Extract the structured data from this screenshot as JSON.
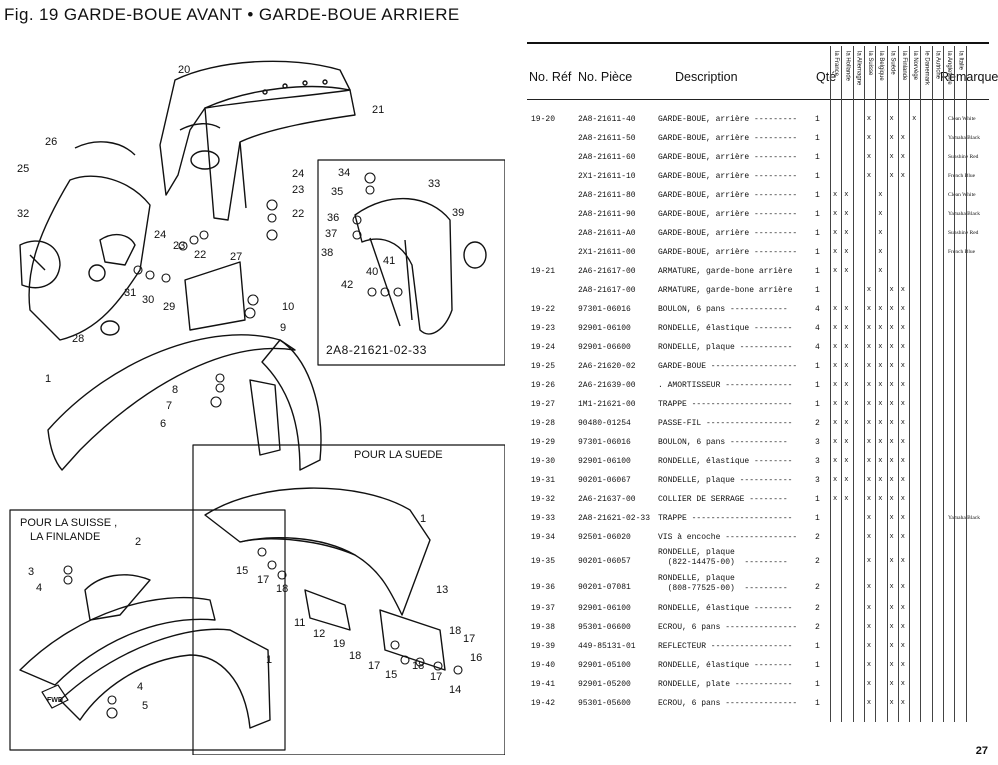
{
  "title": "Fig. 19 GARDE-BOUE AVANT • GARDE-BOUE ARRIERE",
  "diagram": {
    "part_code_label": "2A8-21621-02-33",
    "inset_suede_title": "POUR LA SUEDE",
    "inset_suisse_title_1": "POUR LA SUISSE ,",
    "inset_suisse_title_2": "LA FINLANDE",
    "fwd_label": "FWD",
    "callouts": [
      "1",
      "2",
      "3",
      "4",
      "5",
      "6",
      "7",
      "8",
      "9",
      "10",
      "11",
      "12",
      "13",
      "14",
      "15",
      "16",
      "17",
      "18",
      "19",
      "20",
      "21",
      "22",
      "23",
      "24",
      "25",
      "26",
      "27",
      "28",
      "29",
      "30",
      "31",
      "32",
      "33",
      "34",
      "35",
      "36",
      "37",
      "38",
      "39",
      "40",
      "41",
      "42"
    ]
  },
  "table": {
    "headers": {
      "ref": "No. Réf",
      "piece": "No. Pièce",
      "desc": "Description",
      "qte": "Qté",
      "remarks": "Remarques"
    },
    "countries": [
      "la France",
      "la Hollande",
      "la Allemagne",
      "la Suisse",
      "la Belgique",
      "la Suède",
      "la Finlande",
      "la Norvège",
      "le Danemark",
      "la Autriche",
      "la Angleterre",
      "la Italie"
    ],
    "rows": [
      {
        "ref": "19-20",
        "piece": "2A8-21611-40",
        "desc": "GARDE-BOUE, arrière ---------",
        "qte": "1",
        "marks": [
          "",
          "",
          "",
          "x",
          "",
          "x",
          "",
          "x",
          "",
          "",
          "",
          ""
        ],
        "rem": "Clean White"
      },
      {
        "ref": "",
        "piece": "2A8-21611-50",
        "desc": "GARDE-BOUE, arrière ---------",
        "qte": "1",
        "marks": [
          "",
          "",
          "",
          "x",
          "",
          "x",
          "x",
          "",
          "",
          "",
          "",
          ""
        ],
        "rem": "Yamaha Black"
      },
      {
        "ref": "",
        "piece": "2A8-21611-60",
        "desc": "GARDE-BOUE, arrière ---------",
        "qte": "1",
        "marks": [
          "",
          "",
          "",
          "x",
          "",
          "x",
          "x",
          "",
          "",
          "",
          "",
          ""
        ],
        "rem": "Sunshine Red"
      },
      {
        "ref": "",
        "piece": "2X1-21611-10",
        "desc": "GARDE-BOUE, arrière ---------",
        "qte": "1",
        "marks": [
          "",
          "",
          "",
          "x",
          "",
          "x",
          "x",
          "",
          "",
          "",
          "",
          ""
        ],
        "rem": "French Blue"
      },
      {
        "ref": "",
        "piece": "2A8-21611-80",
        "desc": "GARDE-BOUE, arrière ---------",
        "qte": "1",
        "marks": [
          "x",
          "x",
          "",
          "",
          "x",
          "",
          "",
          "",
          "",
          "",
          "",
          ""
        ],
        "rem": "Clean White"
      },
      {
        "ref": "",
        "piece": "2A8-21611-90",
        "desc": "GARDE-BOUE, arrière ---------",
        "qte": "1",
        "marks": [
          "x",
          "x",
          "",
          "",
          "x",
          "",
          "",
          "",
          "",
          "",
          "",
          ""
        ],
        "rem": "Yamaha Black"
      },
      {
        "ref": "",
        "piece": "2A8-21611-A0",
        "desc": "GARDE-BOUE, arrière ---------",
        "qte": "1",
        "marks": [
          "x",
          "x",
          "",
          "",
          "x",
          "",
          "",
          "",
          "",
          "",
          "",
          ""
        ],
        "rem": "Sunshine Red"
      },
      {
        "ref": "",
        "piece": "2X1-21611-00",
        "desc": "GARDE-BOUE, arrière ---------",
        "qte": "1",
        "marks": [
          "x",
          "x",
          "",
          "",
          "x",
          "",
          "",
          "",
          "",
          "",
          "",
          ""
        ],
        "rem": "French Blue"
      },
      {
        "ref": "19-21",
        "piece": "2A6-21617-00",
        "desc": "ARMATURE, garde-bone arrière",
        "qte": "1",
        "marks": [
          "x",
          "x",
          "",
          "",
          "x",
          "",
          "",
          "",
          "",
          "",
          "",
          ""
        ],
        "rem": ""
      },
      {
        "ref": "",
        "piece": "2A8-21617-00",
        "desc": "ARMATURE, garde-bone arrière",
        "qte": "1",
        "marks": [
          "",
          "",
          "",
          "x",
          "",
          "x",
          "x",
          "",
          "",
          "",
          "",
          ""
        ],
        "rem": ""
      },
      {
        "ref": "19-22",
        "piece": "97301-06016",
        "desc": "BOULON, 6 pans ------------",
        "qte": "4",
        "marks": [
          "x",
          "x",
          "",
          "x",
          "x",
          "x",
          "x",
          "",
          "",
          "",
          "",
          ""
        ],
        "rem": ""
      },
      {
        "ref": "19-23",
        "piece": "92901-06100",
        "desc": "RONDELLE, élastique --------",
        "qte": "4",
        "marks": [
          "x",
          "x",
          "",
          "x",
          "x",
          "x",
          "x",
          "",
          "",
          "",
          "",
          ""
        ],
        "rem": ""
      },
      {
        "ref": "19-24",
        "piece": "92901-06600",
        "desc": "RONDELLE, plaque -----------",
        "qte": "4",
        "marks": [
          "x",
          "x",
          "",
          "x",
          "x",
          "x",
          "x",
          "",
          "",
          "",
          "",
          ""
        ],
        "rem": ""
      },
      {
        "ref": "19-25",
        "piece": "2A6-21620-02",
        "desc": "GARDE-BOUE ------------------",
        "qte": "1",
        "marks": [
          "x",
          "x",
          "",
          "x",
          "x",
          "x",
          "x",
          "",
          "",
          "",
          "",
          ""
        ],
        "rem": ""
      },
      {
        "ref": "19-26",
        "piece": "2A6-21639-00",
        "desc": ". AMORTISSEUR --------------",
        "qte": "1",
        "marks": [
          "x",
          "x",
          "",
          "x",
          "x",
          "x",
          "x",
          "",
          "",
          "",
          "",
          ""
        ],
        "rem": ""
      },
      {
        "ref": "19-27",
        "piece": "1M1-21621-00",
        "desc": "TRAPPE ---------------------",
        "qte": "1",
        "marks": [
          "x",
          "x",
          "",
          "x",
          "x",
          "x",
          "x",
          "",
          "",
          "",
          "",
          ""
        ],
        "rem": ""
      },
      {
        "ref": "19-28",
        "piece": "90480-01254",
        "desc": "PASSE-FIL ------------------",
        "qte": "2",
        "marks": [
          "x",
          "x",
          "",
          "x",
          "x",
          "x",
          "x",
          "",
          "",
          "",
          "",
          ""
        ],
        "rem": ""
      },
      {
        "ref": "19-29",
        "piece": "97301-06016",
        "desc": "BOULON, 6 pans ------------",
        "qte": "3",
        "marks": [
          "x",
          "x",
          "",
          "x",
          "x",
          "x",
          "x",
          "",
          "",
          "",
          "",
          ""
        ],
        "rem": ""
      },
      {
        "ref": "19-30",
        "piece": "92901-06100",
        "desc": "RONDELLE, élastique --------",
        "qte": "3",
        "marks": [
          "x",
          "x",
          "",
          "x",
          "x",
          "x",
          "x",
          "",
          "",
          "",
          "",
          ""
        ],
        "rem": ""
      },
      {
        "ref": "19-31",
        "piece": "90201-06067",
        "desc": "RONDELLE, plaque -----------",
        "qte": "3",
        "marks": [
          "x",
          "x",
          "",
          "x",
          "x",
          "x",
          "x",
          "",
          "",
          "",
          "",
          ""
        ],
        "rem": ""
      },
      {
        "ref": "19-32",
        "piece": "2A6-21637-00",
        "desc": "COLLIER DE SERRAGE --------",
        "qte": "1",
        "marks": [
          "x",
          "x",
          "",
          "x",
          "x",
          "x",
          "x",
          "",
          "",
          "",
          "",
          ""
        ],
        "rem": ""
      },
      {
        "ref": "19-33",
        "piece": "2A8-21621-02-33",
        "desc": "TRAPPE ---------------------",
        "qte": "1",
        "marks": [
          "",
          "",
          "",
          "x",
          "",
          "x",
          "x",
          "",
          "",
          "",
          "",
          ""
        ],
        "rem": "Yamaha Black"
      },
      {
        "ref": "19-34",
        "piece": "92501-06020",
        "desc": "VIS à encoche ---------------",
        "qte": "2",
        "marks": [
          "",
          "",
          "",
          "x",
          "",
          "x",
          "x",
          "",
          "",
          "",
          "",
          ""
        ],
        "rem": ""
      },
      {
        "ref": "19-35",
        "piece": "90201-06057",
        "desc": "RONDELLE, plaque\n  (822-14475-00)  ---------",
        "qte": "2",
        "marks": [
          "",
          "",
          "",
          "x",
          "",
          "x",
          "x",
          "",
          "",
          "",
          "",
          ""
        ],
        "rem": ""
      },
      {
        "ref": "19-36",
        "piece": "90201-07081",
        "desc": "RONDELLE, plaque\n  (808-77525-00)  ---------",
        "qte": "2",
        "marks": [
          "",
          "",
          "",
          "x",
          "",
          "x",
          "x",
          "",
          "",
          "",
          "",
          ""
        ],
        "rem": ""
      },
      {
        "ref": "19-37",
        "piece": "92901-06100",
        "desc": "RONDELLE, élastique --------",
        "qte": "2",
        "marks": [
          "",
          "",
          "",
          "x",
          "",
          "x",
          "x",
          "",
          "",
          "",
          "",
          ""
        ],
        "rem": ""
      },
      {
        "ref": "19-38",
        "piece": "95301-06600",
        "desc": "ECROU, 6 pans ---------------",
        "qte": "2",
        "marks": [
          "",
          "",
          "",
          "x",
          "",
          "x",
          "x",
          "",
          "",
          "",
          "",
          ""
        ],
        "rem": ""
      },
      {
        "ref": "19-39",
        "piece": "449-85131-01",
        "desc": "REFLECTEUR -----------------",
        "qte": "1",
        "marks": [
          "",
          "",
          "",
          "x",
          "",
          "x",
          "x",
          "",
          "",
          "",
          "",
          ""
        ],
        "rem": ""
      },
      {
        "ref": "19-40",
        "piece": "92901-05100",
        "desc": "RONDELLE, élastique --------",
        "qte": "1",
        "marks": [
          "",
          "",
          "",
          "x",
          "",
          "x",
          "x",
          "",
          "",
          "",
          "",
          ""
        ],
        "rem": ""
      },
      {
        "ref": "19-41",
        "piece": "92901-05200",
        "desc": "RONDELLE, plate ------------",
        "qte": "1",
        "marks": [
          "",
          "",
          "",
          "x",
          "",
          "x",
          "x",
          "",
          "",
          "",
          "",
          ""
        ],
        "rem": ""
      },
      {
        "ref": "19-42",
        "piece": "95301-05600",
        "desc": "ECROU, 6 pans ---------------",
        "qte": "1",
        "marks": [
          "",
          "",
          "",
          "x",
          "",
          "x",
          "x",
          "",
          "",
          "",
          "",
          ""
        ],
        "rem": ""
      }
    ]
  },
  "page_number": "27"
}
